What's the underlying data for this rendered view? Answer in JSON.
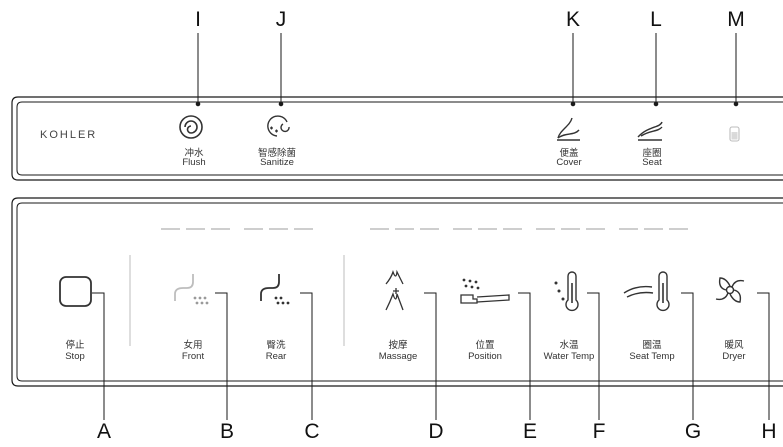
{
  "brand": "KOHLER",
  "top_panel": {
    "callouts": [
      "I",
      "J",
      "K",
      "L",
      "M"
    ],
    "buttons": [
      {
        "cn": "冲水",
        "en": "Flush",
        "icon": "flush-icon"
      },
      {
        "cn": "智感除菌",
        "en": "Sanitize",
        "icon": "sanitize-icon"
      },
      {
        "cn": "便盖",
        "en": "Cover",
        "icon": "cover-icon"
      },
      {
        "cn": "座圈",
        "en": "Seat",
        "icon": "seat-icon"
      },
      {
        "cn": "",
        "en": "",
        "icon": "indicator-icon"
      }
    ]
  },
  "bottom_panel": {
    "callouts": [
      "A",
      "B",
      "C",
      "D",
      "E",
      "F",
      "G",
      "H"
    ],
    "buttons": [
      {
        "cn": "停止",
        "en": "Stop",
        "icon": "stop-icon"
      },
      {
        "cn": "女用",
        "en": "Front",
        "icon": "front-wash-icon"
      },
      {
        "cn": "臀洗",
        "en": "Rear",
        "icon": "rear-wash-icon"
      },
      {
        "cn": "按摩",
        "en": "Massage",
        "icon": "massage-icon"
      },
      {
        "cn": "位置",
        "en": "Position",
        "icon": "position-icon"
      },
      {
        "cn": "水温",
        "en": "Water Temp",
        "icon": "water-temp-icon"
      },
      {
        "cn": "圈温",
        "en": "Seat Temp",
        "icon": "seat-temp-icon"
      },
      {
        "cn": "暖风",
        "en": "Dryer",
        "icon": "dryer-icon"
      }
    ]
  },
  "colors": {
    "line": "#1a1a1a",
    "panel": "#ffffff",
    "icon": "#333333",
    "dash": "#bdbdbd",
    "spray": "#9a9a9a"
  }
}
